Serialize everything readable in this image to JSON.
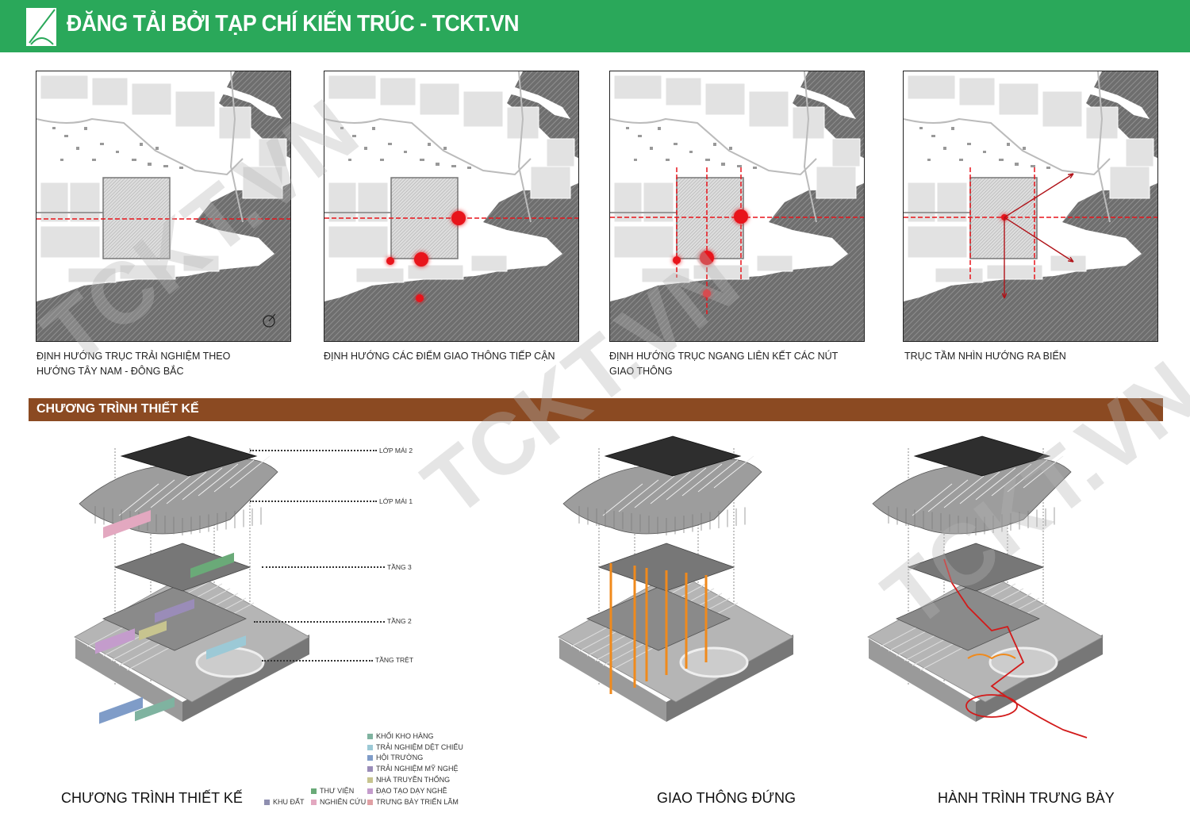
{
  "banner": {
    "title": "ĐĂNG TẢI BỞI TẠP CHÍ KIẾN TRÚC - TCKT.VN",
    "color": "#2aa85a"
  },
  "maps": [
    {
      "caption_lines": [
        "ĐỊNH HƯỚNG TRỤC  TRẢI NGHIỆM THEO",
        "HƯỚNG TÂY NAM - ĐÔNG BẮC"
      ]
    },
    {
      "caption_lines": [
        "ĐỊNH HƯỚNG CÁC ĐIỂM GIAO THÔNG TIẾP CẬN"
      ]
    },
    {
      "caption_lines": [
        "ĐỊNH HƯỚNG TRỤC NGANG LIÊN KẾT CÁC NÚT",
        "GIAO THÔNG"
      ]
    },
    {
      "caption_lines": [
        "TRỤC TẦM NHÌN HƯỚNG RA BIỂN"
      ]
    }
  ],
  "section": {
    "title": "CHƯƠNG TRÌNH THIẾT KẾ",
    "color": "#8b4a22"
  },
  "layers": [
    "LỚP MÁI 2",
    "LỚP MÁI 1",
    "TẦNG 3",
    "TẦNG 2",
    "TẦNG TRỆT"
  ],
  "diagrams": [
    {
      "title": "CHƯƠNG TRÌNH THIẾT KẾ"
    },
    {
      "title": "GIAO THÔNG ĐỨNG"
    },
    {
      "title": "HÀNH TRÌNH TRƯNG BÀY"
    }
  ],
  "legend": [
    {
      "label": "KHỐI KHO HÀNG",
      "color": "#7fb3a0"
    },
    {
      "label": "TRẢI NGHIỆM DỆT CHIẾU",
      "color": "#9cc9d6"
    },
    {
      "label": "HỘI TRƯỜNG",
      "color": "#7f9cc8"
    },
    {
      "label": "TRẢI NGHIỆM MỸ NGHỆ",
      "color": "#9a8cb8"
    },
    {
      "label": "NHÀ TRUYỀN THỐNG",
      "color": "#c7c48f"
    },
    {
      "label": "ĐẠO TẠO DẠY NGHỀ",
      "color": "#c49ccc"
    },
    {
      "label": "TRƯNG BÀY TRIỂN LÃM",
      "color": "#e0a0a4"
    },
    {
      "label": "THƯ VIỆN",
      "color": "#6aaa78"
    },
    {
      "label": "NGHIÊN CỨU",
      "color": "#e3a8c0"
    },
    {
      "label": "KHU ĐẤT",
      "color": "#8f8fb0"
    }
  ],
  "watermark": "TCKT.VN"
}
